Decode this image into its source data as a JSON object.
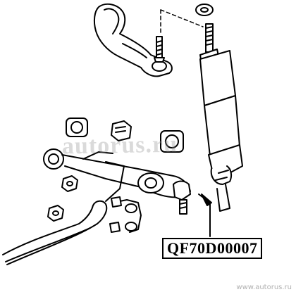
{
  "part_number": "QF70D00007",
  "watermark": "autorus.ru",
  "footer_site": "www.autorus.ru"
}
